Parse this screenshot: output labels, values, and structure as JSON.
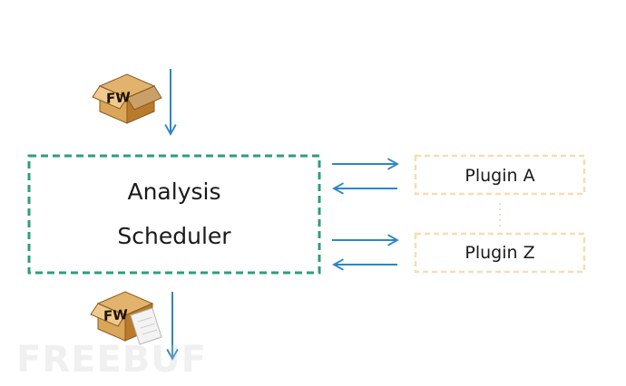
{
  "scheduler": {
    "line1": "Analysis",
    "line2": "Scheduler"
  },
  "plugins": {
    "first": "Plugin A",
    "last": "Plugin Z"
  },
  "firmware_icon_label": "FW",
  "watermark": "FREEBUF",
  "colors": {
    "scheduler_border": "#2e9e7e",
    "plugin_border": "#f8ddb0",
    "arrow": "#2f86c4",
    "box_brown": "#c9883b"
  }
}
